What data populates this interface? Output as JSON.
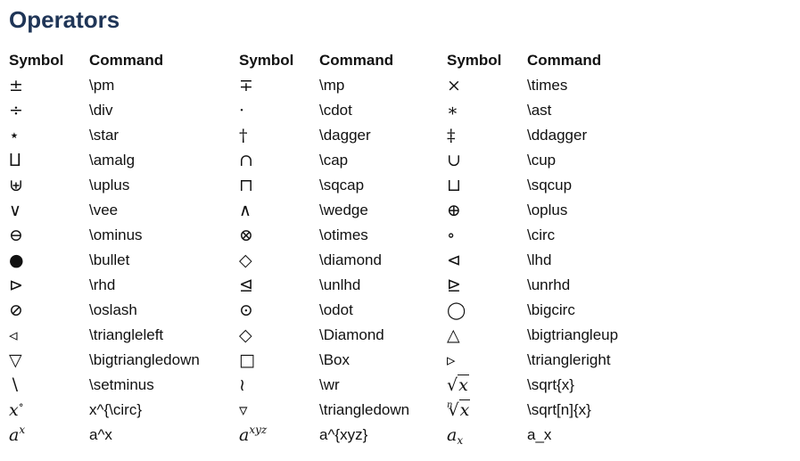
{
  "title": "Operators",
  "headers": {
    "symbol": "Symbol",
    "command": "Command"
  },
  "columns": [
    {
      "rows": [
        {
          "symbol": "±",
          "command": "\\pm"
        },
        {
          "symbol": "÷",
          "command": "\\div"
        },
        {
          "symbol": "⋆",
          "command": "\\star"
        },
        {
          "symbol": "⨿",
          "command": "\\amalg"
        },
        {
          "symbol": "⊎",
          "command": "\\uplus"
        },
        {
          "symbol": "∨",
          "command": "\\vee"
        },
        {
          "symbol": "⊖",
          "command": "\\ominus"
        },
        {
          "symbol": "●",
          "command": "\\bullet"
        },
        {
          "symbol": "⊳",
          "command": "\\rhd"
        },
        {
          "symbol": "⊘",
          "command": "\\oslash"
        },
        {
          "symbol": "◃",
          "command": "\\triangleleft"
        },
        {
          "symbol": "▽",
          "command": "\\bigtriangledown"
        },
        {
          "symbol": "∖",
          "command": "\\setminus"
        },
        {
          "symbol": "x°",
          "base": "x",
          "sup": "∘",
          "command": "x^{\\circ}"
        },
        {
          "symbol": "aˣ",
          "base": "a",
          "sup": "x",
          "command": "a^x"
        }
      ]
    },
    {
      "rows": [
        {
          "symbol": "∓",
          "command": "\\mp"
        },
        {
          "symbol": "·",
          "command": "\\cdot"
        },
        {
          "symbol": "†",
          "command": "\\dagger"
        },
        {
          "symbol": "∩",
          "command": "\\cap"
        },
        {
          "symbol": "⊓",
          "command": "\\sqcap"
        },
        {
          "symbol": "∧",
          "command": "\\wedge"
        },
        {
          "symbol": "⊗",
          "command": "\\otimes"
        },
        {
          "symbol": "◇",
          "command": "\\diamond"
        },
        {
          "symbol": "⊴",
          "command": "\\unlhd"
        },
        {
          "symbol": "⊙",
          "command": "\\odot"
        },
        {
          "symbol": "◇",
          "command": "\\Diamond"
        },
        {
          "symbol": "□",
          "command": "\\Box"
        },
        {
          "symbol": "≀",
          "command": "\\wr"
        },
        {
          "symbol": "▿",
          "command": "\\triangledown"
        },
        {
          "symbol": "aˣʸᶻ",
          "base": "a",
          "sup": "xyz",
          "command": "a^{xyz}"
        }
      ]
    },
    {
      "rows": [
        {
          "symbol": "×",
          "command": "\\times"
        },
        {
          "symbol": "∗",
          "command": "\\ast"
        },
        {
          "symbol": "‡",
          "command": "\\ddagger"
        },
        {
          "symbol": "∪",
          "command": "\\cup"
        },
        {
          "symbol": "⊔",
          "command": "\\sqcup"
        },
        {
          "symbol": "⊕",
          "command": "\\oplus"
        },
        {
          "symbol": "∘",
          "command": "\\circ"
        },
        {
          "symbol": "⊲",
          "command": "\\lhd"
        },
        {
          "symbol": "⊵",
          "command": "\\unrhd"
        },
        {
          "symbol": "◯",
          "command": "\\bigcirc"
        },
        {
          "symbol": "△",
          "command": "\\bigtriangleup"
        },
        {
          "symbol": "▹",
          "command": "\\triangleright"
        },
        {
          "symbol": "√x",
          "radical": "√",
          "radicand": "x",
          "command": "\\sqrt{x}"
        },
        {
          "symbol": "ⁿ√x",
          "index": "n",
          "radical": "√",
          "radicand": "x",
          "command": "\\sqrt[n]{x}"
        },
        {
          "symbol": "aₓ",
          "base": "a",
          "sub": "x",
          "command": "a_x"
        }
      ]
    }
  ]
}
